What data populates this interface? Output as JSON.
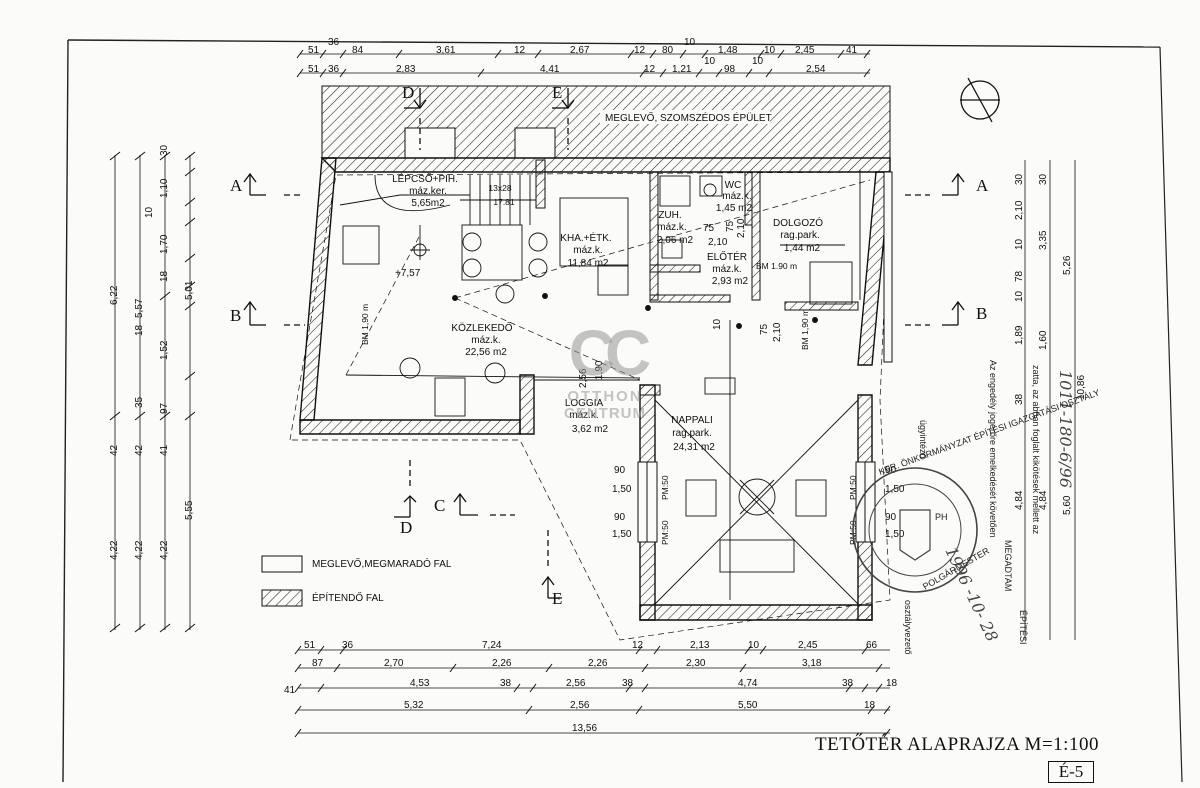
{
  "plan": {
    "title": "TETŐTÉR ALAPRAJZA  M=1:100",
    "sheet_number": "É-5",
    "neighbor_label": "MEGLEVŐ, SZOMSZÉDOS ÉPÜLET"
  },
  "rooms": {
    "stair": {
      "name": "LÉPCSŐ+PIH.",
      "finish": "máz.ker.",
      "area": "5,65m2"
    },
    "stair_note": "13x28",
    "stair_note2": "17.81",
    "kitchen": {
      "name": "KHA.+ÉTK.",
      "finish": "máz.k.",
      "area": "11,84 m2"
    },
    "wc": {
      "name": "WC",
      "finish": "máz.k.",
      "area": "1,45 m2"
    },
    "shower": {
      "name": "ZUH.",
      "finish": "máz.k.",
      "area": "2,06 m2"
    },
    "study": {
      "name": "DOLGOZÓ",
      "finish": "rag.park.",
      "area": "1,44 m2"
    },
    "hall": {
      "name": "ELŐTÉR",
      "finish": "máz.k.",
      "area": "2,93 m2"
    },
    "corridor": {
      "name": "KÖZLEKEDŐ",
      "finish": "máz.k.",
      "area": "22,56 m2"
    },
    "loggia": {
      "name": "LOGGIA",
      "finish": "máz.k.",
      "area": "3,62 m2"
    },
    "living": {
      "name": "NAPPALI",
      "finish": "rag.park.",
      "area": "24,31 m2"
    }
  },
  "labels": {
    "level": "+7,57",
    "bm": "BM 1,90 m",
    "bm2": "BM 1.90 m",
    "pm": "PM:50",
    "win_90": "90",
    "win_150": "1,50",
    "sub_75": "75",
    "sub_210": "2,10",
    "sub_256": "2,56",
    "sub_190": "1,90",
    "sub_2_10": "2,10",
    "sub_10": "10",
    "sub_7_5": "75"
  },
  "sections": {
    "a": "A",
    "b": "B",
    "c": "C",
    "d": "D",
    "e": "E"
  },
  "legend": {
    "existing": "MEGLEVŐ,MEGMARADÓ FAL",
    "new": "ÉPÍTENDŐ FAL"
  },
  "dims": {
    "top1": [
      "51",
      "36",
      "84",
      "3,61",
      "12",
      "2,67",
      "12",
      "80",
      "10",
      "1,48",
      "10",
      "2,45",
      "41"
    ],
    "top2": [
      "51",
      "36",
      "2,83",
      "4,41",
      "12",
      "1,21",
      "10",
      "98",
      "10",
      "2,54"
    ],
    "bot1": [
      "51",
      "36",
      "7,24",
      "12",
      "2,13",
      "10",
      "2,45",
      "66"
    ],
    "bot2": [
      "87",
      "2,70",
      "2,26",
      "2,26",
      "2,30",
      "3,18"
    ],
    "bot3": [
      "41",
      "4,53",
      "38",
      "2,56",
      "38",
      "4,74",
      "38",
      "18"
    ],
    "bot4": [
      "5,32",
      "2,56",
      "5,50",
      "18"
    ],
    "bot5": [
      "13,56"
    ],
    "left1": [
      "30",
      "1,10",
      "10",
      "1,70",
      "18",
      "1,52",
      "35",
      "97",
      "41",
      "4,22"
    ],
    "left2": [
      "6,22",
      "5,57",
      "18",
      "42",
      "42",
      "4,22"
    ],
    "left3": [
      "5,01",
      "5,55"
    ],
    "right1": [
      "30",
      "2,10",
      "10",
      "78",
      "10",
      "1,89",
      "38",
      "4,84"
    ],
    "right2": [
      "30",
      "3,35",
      "1,60",
      "4,84"
    ],
    "right3": [
      "5,26",
      "10,86",
      "5,60"
    ]
  },
  "stamp": {
    "ring_text": "KER. ÖNKORMÁNYZAT  ÉPÍTÉSI IGAZGATÁSI OSZTÁLY",
    "center_text": "PH",
    "date": "1996 -10- 28",
    "mayor": "POLGÁRMESTER",
    "note1": "Az engedély jogerőre emelkedését követően",
    "note2": "zatta, az abban foglalt kikötések mellett az",
    "note3": "MEGADTAM",
    "note4": "ÉPÍTÉSI",
    "note5": "ügyintéző",
    "note6": "osztályvezető",
    "handwriting": "1011-180-6/96"
  },
  "watermark": {
    "logo": "CC",
    "line1": "OTTHON",
    "line2": "CENTRUM"
  }
}
